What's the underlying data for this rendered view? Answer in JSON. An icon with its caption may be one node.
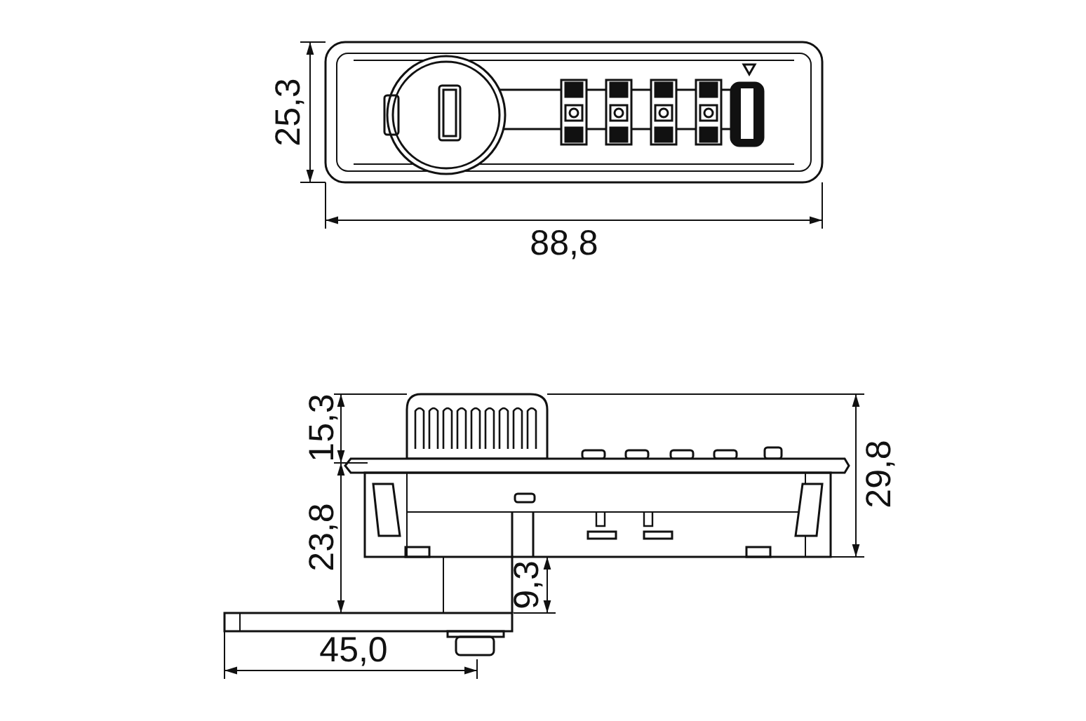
{
  "diagram": {
    "labels": [
      "25,3",
      "88,8",
      "15,3",
      "23,8",
      "9,3",
      "29,8",
      "45,0"
    ]
  }
}
